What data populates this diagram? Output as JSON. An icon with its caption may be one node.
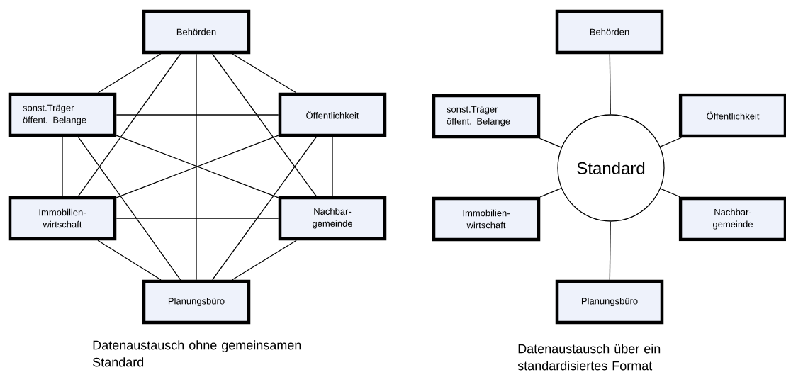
{
  "diagram": {
    "nodes": [
      {
        "text": [
          "Behörden"
        ]
      },
      {
        "text": [
          "sonst.Träger öffent. Belange"
        ]
      },
      {
        "text": [
          "Öffentlichkeit"
        ]
      },
      {
        "text": [
          "Immobilien- wirtschaft"
        ]
      },
      {
        "text": [
          "Nachbar- gemeinde"
        ]
      },
      {
        "text": [
          "Planungsbüro"
        ]
      },
      {
        "text": [
          "Behörden"
        ]
      },
      {
        "text": [
          "sonst.Träger öffent. Belange"
        ]
      },
      {
        "text": [
          "Öffentlichkeit"
        ]
      },
      {
        "text": [
          "Standard"
        ]
      },
      {
        "text": [
          "Immobilien- wirtschaft"
        ]
      },
      {
        "text": [
          "Nachbar- gemeinde"
        ]
      },
      {
        "text": [
          "Planungsbüro"
        ]
      }
    ],
    "edges": [
      {
        "from": 0,
        "to": 1,
        "arrow": "none"
      },
      {
        "from": 0,
        "to": 2,
        "arrow": "none"
      },
      {
        "from": 0,
        "to": 3,
        "arrow": "none"
      },
      {
        "from": 0,
        "to": 4,
        "arrow": "none"
      },
      {
        "from": 0,
        "to": 5,
        "arrow": "none"
      },
      {
        "from": 1,
        "to": 2,
        "arrow": "none"
      },
      {
        "from": 1,
        "to": 3,
        "arrow": "none"
      },
      {
        "from": 1,
        "to": 4,
        "arrow": "none"
      },
      {
        "from": 1,
        "to": 5,
        "arrow": "none"
      },
      {
        "from": 2,
        "to": 3,
        "arrow": "none"
      },
      {
        "from": 2,
        "to": 4,
        "arrow": "none"
      },
      {
        "from": 2,
        "to": 5,
        "arrow": "none"
      },
      {
        "from": 3,
        "to": 4,
        "arrow": "none"
      },
      {
        "from": 3,
        "to": 5,
        "arrow": "none"
      },
      {
        "from": 4,
        "to": 5,
        "arrow": "none"
      },
      {
        "from": 9,
        "to": 6,
        "arrow": "none"
      },
      {
        "from": 9,
        "to": 7,
        "arrow": "none"
      },
      {
        "from": 9,
        "to": 8,
        "arrow": "none"
      },
      {
        "from": 9,
        "to": 10,
        "arrow": "none"
      },
      {
        "from": 9,
        "to": 11,
        "arrow": "none"
      },
      {
        "from": 9,
        "to": 12,
        "arrow": "none"
      }
    ],
    "labels": [
      "Datenaustausch ohne gemeinsamen Standard",
      "Datenaustausch über ein standardisiertes Format"
    ]
  }
}
